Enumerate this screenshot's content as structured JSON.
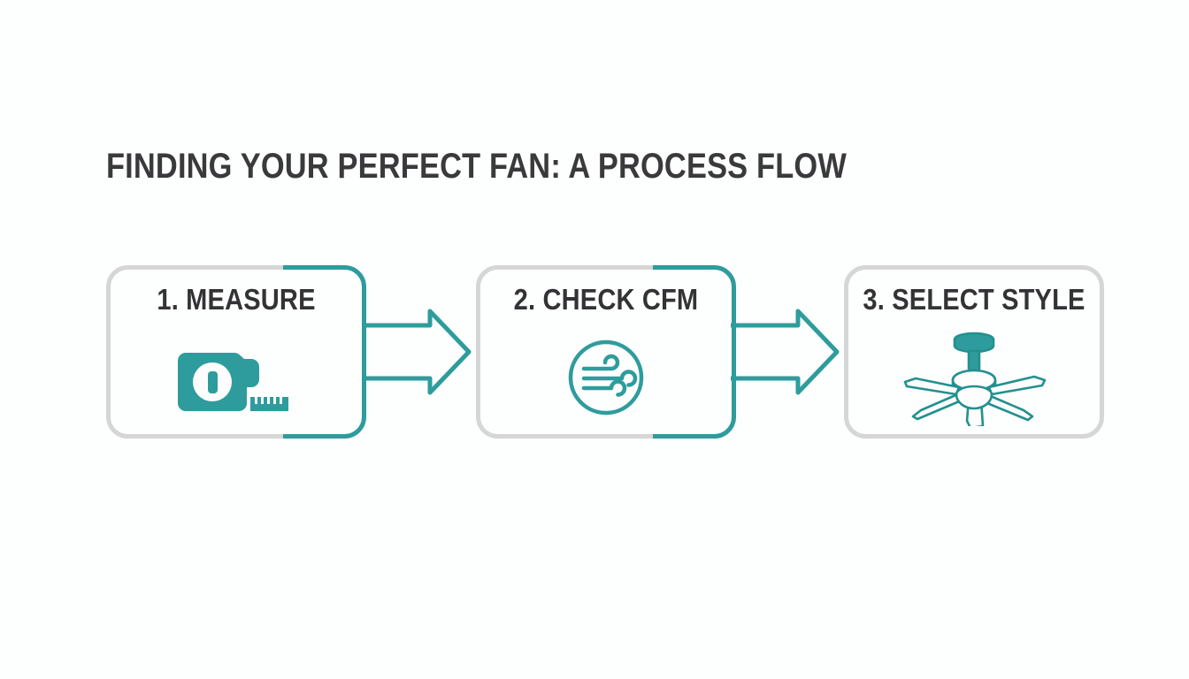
{
  "page": {
    "title": "FINDING YOUR PERFECT FAN: A PROCESS FLOW",
    "background_color": "#fdfefe",
    "accent_color": "#2e9c9c",
    "border_color": "#d6d6d6",
    "text_color": "#333335"
  },
  "flow": {
    "steps": [
      {
        "label": "1. MEASURE",
        "number": "1",
        "name": "MEASURE",
        "icon": "tape-measure-icon",
        "accent_edge": "right"
      },
      {
        "label": "2. CHECK CFM",
        "number": "2",
        "name": "CHECK CFM",
        "icon": "wind-circle-icon",
        "accent_edge": "right"
      },
      {
        "label": "3. SELECT STYLE",
        "number": "3",
        "name": "SELECT STYLE",
        "icon": "ceiling-fan-icon",
        "accent_edge": "none"
      }
    ],
    "connectors": [
      {
        "icon": "arrow-right-icon",
        "from": "1. MEASURE",
        "to": "2. CHECK CFM"
      },
      {
        "icon": "arrow-right-icon",
        "from": "2. CHECK CFM",
        "to": "3. SELECT STYLE"
      }
    ]
  }
}
